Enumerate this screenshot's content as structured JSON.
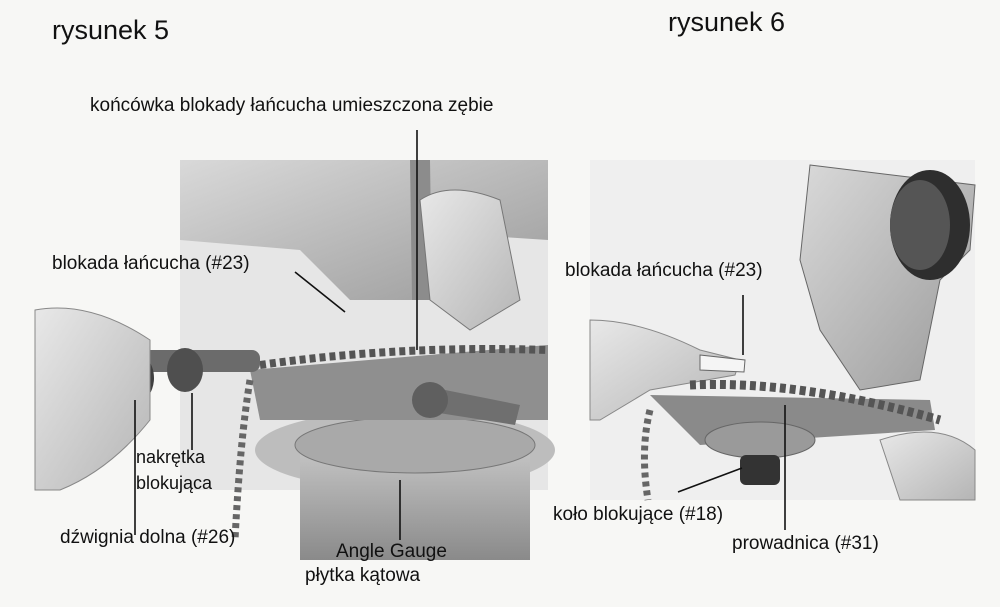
{
  "figures": [
    {
      "title": "rysunek 5",
      "labels": {
        "tip": "końcówka blokady łańcucha umieszczona zębie",
        "chain_lock": "blokada łańcucha (#23)",
        "lock_nut_line1": "nakrętka",
        "lock_nut_line2": "blokująca",
        "lower_lever": "dźwignia dolna (#26)",
        "angle_gauge": "Angle Gauge",
        "angle_plate": "płytka kątowa"
      }
    },
    {
      "title": "rysunek 6",
      "labels": {
        "chain_lock": "blokada łańcucha (#23)",
        "lock_wheel": "koło blokujące (#18)",
        "guide": "prowadnica (#31)"
      }
    }
  ]
}
